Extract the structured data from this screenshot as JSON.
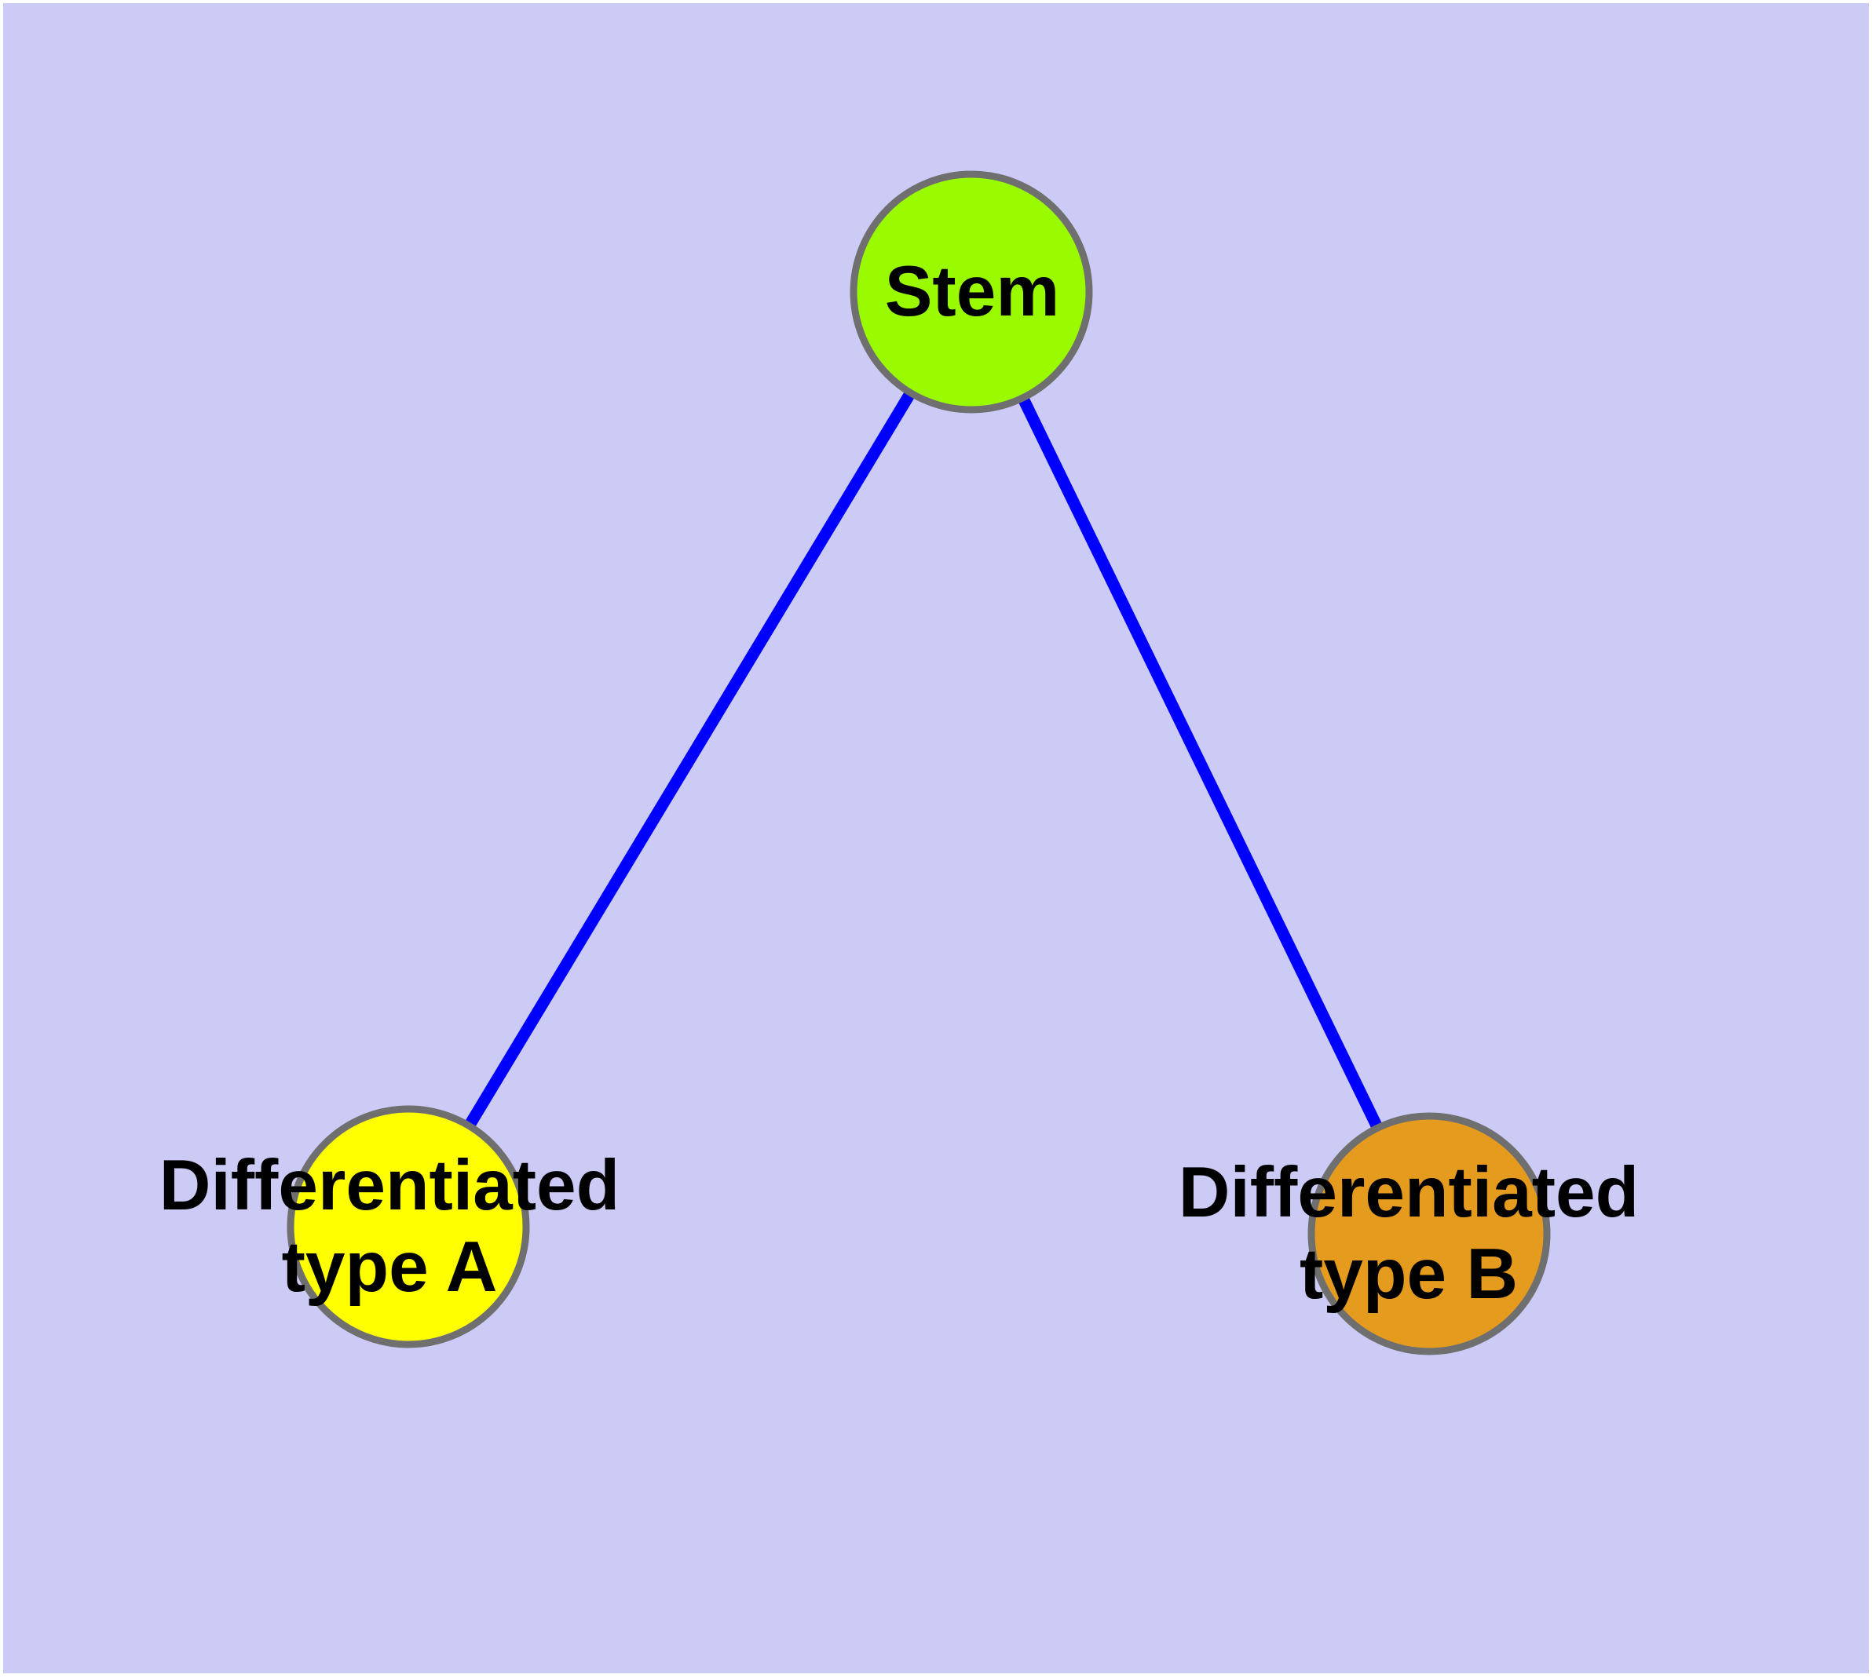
{
  "background": {
    "page": "#FFFFFF",
    "canvas": "#CBCBF6"
  },
  "edge_style": {
    "color": "#0000FF"
  },
  "node_style": {
    "border_color": "#6F6F6F",
    "text_color": "#000000"
  },
  "nodes": {
    "stem": {
      "label": "Stem",
      "fill": "#9AFA00"
    },
    "type_a": {
      "label_line1": "Differentiated",
      "label_line2": "type A",
      "fill": "#FFFF00"
    },
    "type_b": {
      "label_line1": "Differentiated",
      "label_line2": "type B",
      "fill": "#E49B1E"
    }
  },
  "edges": [
    {
      "from": "Stem",
      "to": "Differentiated type A"
    },
    {
      "from": "Stem",
      "to": "Differentiated type B"
    }
  ]
}
